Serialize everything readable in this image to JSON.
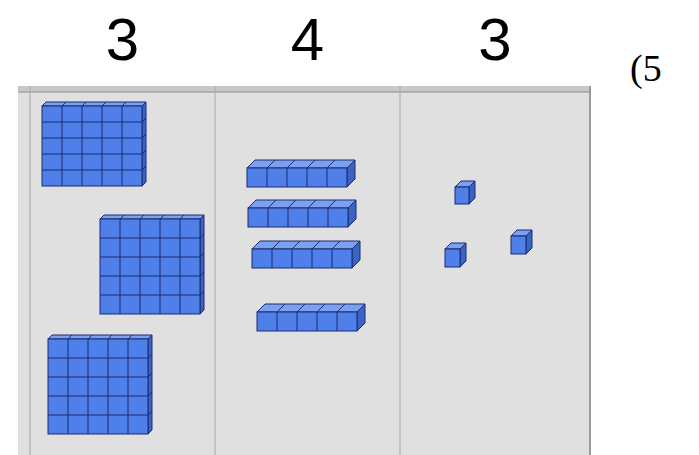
{
  "diagram": {
    "nodes": [
      {
        "text": [
          "3"
        ]
      },
      {
        "text": [
          "4"
        ]
      },
      {
        "text": [
          "3"
        ]
      }
    ],
    "labels": [
      "(5"
    ]
  }
}
